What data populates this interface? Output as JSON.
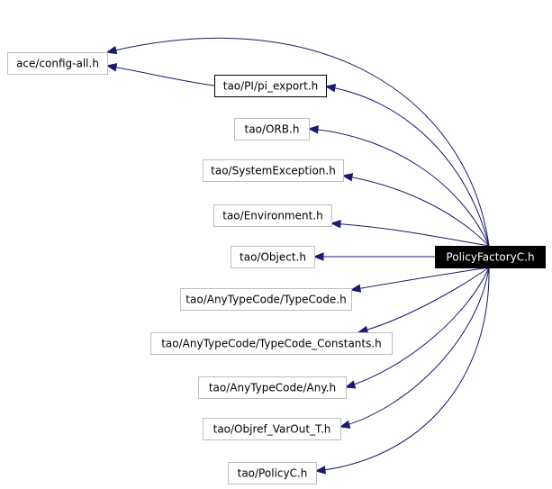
{
  "graph": {
    "focus": "PolicyFactoryC.h",
    "nodes": [
      {
        "id": "ace_config",
        "label": "ace/config-all.h",
        "style": "gray"
      },
      {
        "id": "pi_export",
        "label": "tao/PI/pi_export.h",
        "style": "black"
      },
      {
        "id": "orb",
        "label": "tao/ORB.h",
        "style": "gray"
      },
      {
        "id": "sysexc",
        "label": "tao/SystemException.h",
        "style": "gray"
      },
      {
        "id": "env",
        "label": "tao/Environment.h",
        "style": "gray"
      },
      {
        "id": "object",
        "label": "tao/Object.h",
        "style": "gray"
      },
      {
        "id": "typecode",
        "label": "tao/AnyTypeCode/TypeCode.h",
        "style": "gray"
      },
      {
        "id": "typecode_const",
        "label": "tao/AnyTypeCode/TypeCode_Constants.h",
        "style": "gray"
      },
      {
        "id": "any",
        "label": "tao/AnyTypeCode/Any.h",
        "style": "gray"
      },
      {
        "id": "objref",
        "label": "tao/Objref_VarOut_T.h",
        "style": "gray"
      },
      {
        "id": "policyc",
        "label": "tao/PolicyC.h",
        "style": "gray"
      },
      {
        "id": "factory",
        "label": "PolicyFactoryC.h",
        "style": "focus"
      }
    ],
    "edges": [
      {
        "from": "factory",
        "to": "ace_config"
      },
      {
        "from": "pi_export",
        "to": "ace_config"
      },
      {
        "from": "factory",
        "to": "pi_export"
      },
      {
        "from": "factory",
        "to": "orb"
      },
      {
        "from": "factory",
        "to": "sysexc"
      },
      {
        "from": "factory",
        "to": "env"
      },
      {
        "from": "factory",
        "to": "object"
      },
      {
        "from": "factory",
        "to": "typecode"
      },
      {
        "from": "factory",
        "to": "typecode_const"
      },
      {
        "from": "factory",
        "to": "any"
      },
      {
        "from": "factory",
        "to": "objref"
      },
      {
        "from": "factory",
        "to": "policyc"
      }
    ],
    "colors": {
      "edge": "#1a1a6e",
      "box_border": "#bfbfbf",
      "focus_fill": "#000000"
    }
  }
}
